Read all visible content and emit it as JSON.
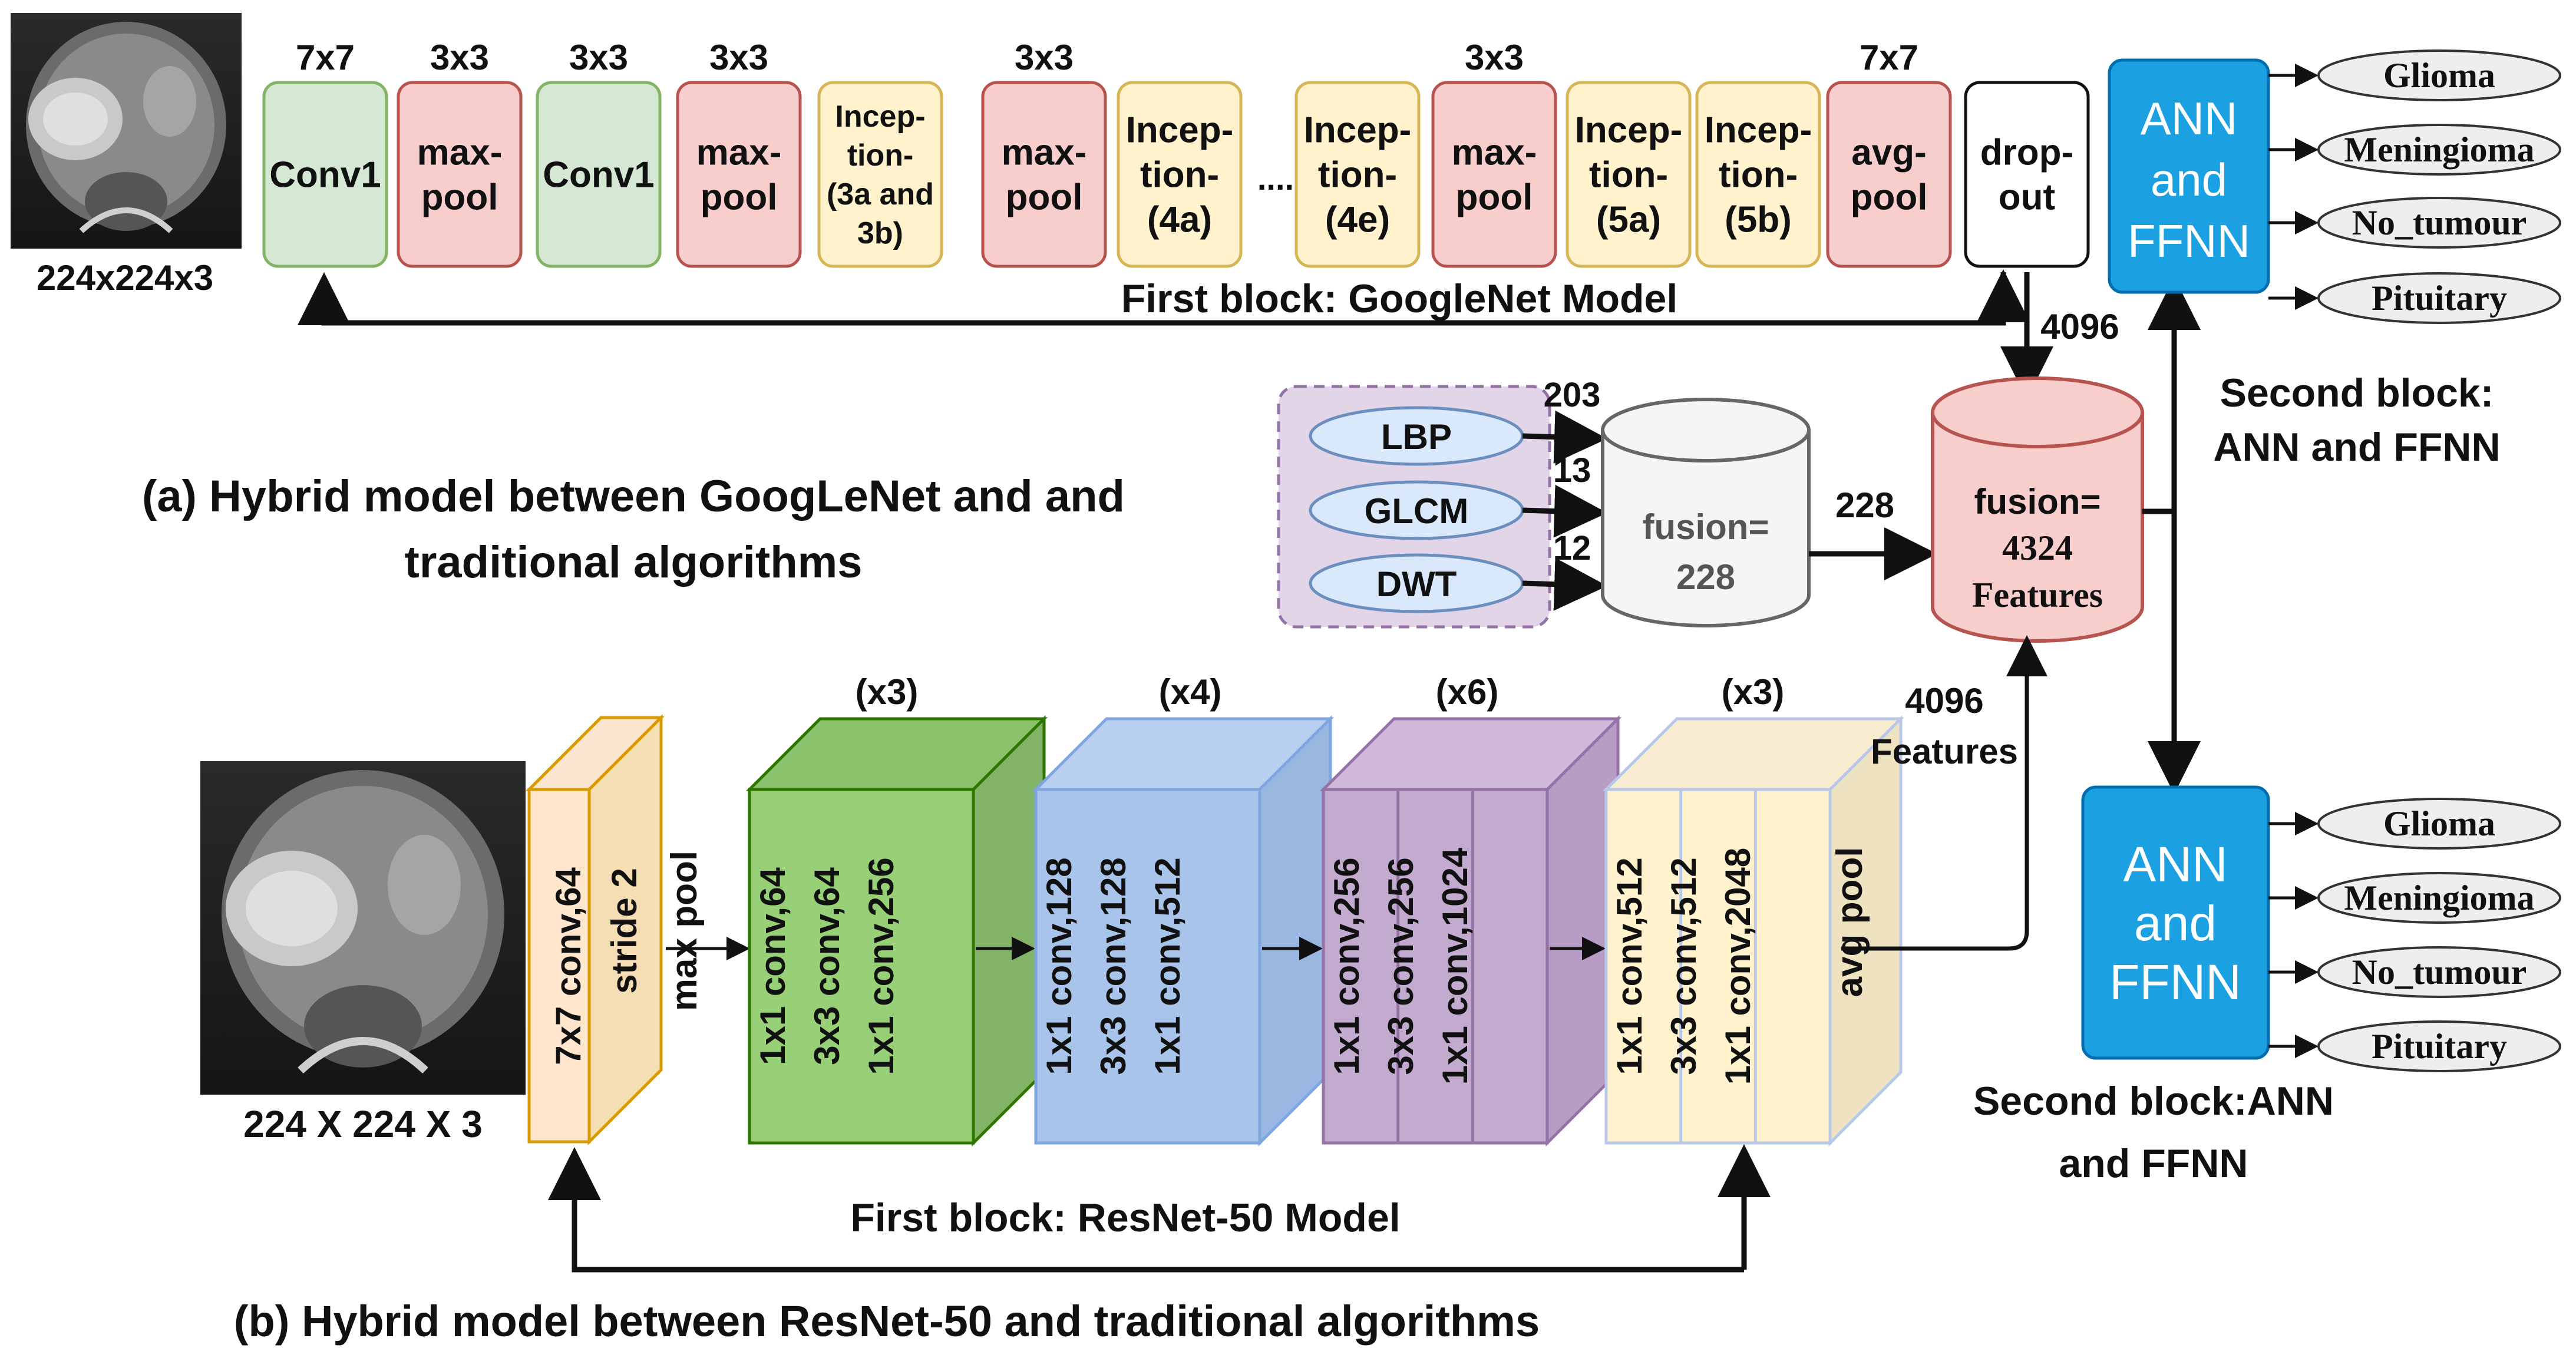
{
  "top": {
    "layers": [
      {
        "size": "7x7",
        "lines": [
          "Conv1"
        ],
        "kind": "conv"
      },
      {
        "size": "3x3",
        "lines": [
          "max-",
          "pool"
        ],
        "kind": "pool"
      },
      {
        "size": "3x3",
        "lines": [
          "Conv1"
        ],
        "kind": "conv"
      },
      {
        "size": "3x3",
        "lines": [
          "max-",
          "pool"
        ],
        "kind": "pool"
      },
      {
        "size": "",
        "lines": [
          "Incep-",
          "tion-",
          "(3a and",
          "3b)"
        ],
        "kind": "inception"
      },
      {
        "size": "3x3",
        "lines": [
          "max-",
          "pool"
        ],
        "kind": "pool"
      },
      {
        "size": "",
        "lines": [
          "Incep-",
          "tion-",
          "(4a)"
        ],
        "kind": "inception"
      },
      {
        "size": "",
        "lines": [
          "Incep-",
          "tion-",
          "(4e)"
        ],
        "kind": "inception"
      },
      {
        "size": "3x3",
        "lines": [
          "max-",
          "pool"
        ],
        "kind": "pool"
      },
      {
        "size": "",
        "lines": [
          "Incep-",
          "tion-",
          "(5a)"
        ],
        "kind": "inception"
      },
      {
        "size": "",
        "lines": [
          "Incep-",
          "tion-",
          "(5b)"
        ],
        "kind": "inception"
      },
      {
        "size": "7x7",
        "lines": [
          "avg-",
          "pool"
        ],
        "kind": "pool"
      },
      {
        "size": "",
        "lines": [
          "drop-",
          "out"
        ],
        "kind": "dropout"
      }
    ],
    "ellipsis": "....",
    "input_size": "224x224x3",
    "block_label": "First block: GoogleNet Model",
    "features_label": "4096",
    "caption_line1": "(a) Hybrid model between GoogLeNet and and",
    "caption_line2": "traditional algorithms",
    "ann_lines": [
      "ANN",
      "and",
      "FFNN"
    ],
    "second_block_line1": "Second block:",
    "second_block_line2": "ANN and FFNN"
  },
  "classes": [
    "Glioma",
    "Meningioma",
    "No_tumour",
    "Pituitary"
  ],
  "traditional": {
    "items": [
      {
        "name": "LBP",
        "count": "203"
      },
      {
        "name": "GLCM",
        "count": "13"
      },
      {
        "name": "DWT",
        "count": "12"
      }
    ],
    "fusion_lines": [
      "fusion=",
      "228"
    ],
    "fusion_out": "228"
  },
  "final_fusion": {
    "lines": [
      "fusion=",
      "4324",
      "Features"
    ]
  },
  "bottom": {
    "input_size": "224 X 224 X 3",
    "stem_lines": [
      "7x7 conv,64",
      "stride 2"
    ],
    "maxpool": "max pool",
    "avgpool": "avg pool",
    "stages": [
      {
        "repeat": "(x3)",
        "lines": [
          "1x1 conv,64",
          "3x3 conv,64",
          "1x1 conv,256"
        ]
      },
      {
        "repeat": "(x4)",
        "lines": [
          "1x1 conv,128",
          "3x3 conv,128",
          "1x1 conv,512"
        ]
      },
      {
        "repeat": "(x6)",
        "lines": [
          "1x1 conv,256",
          "3x3 conv,256",
          "1x1 conv,1024"
        ]
      },
      {
        "repeat": "(x3)",
        "lines": [
          "1x1 conv,512",
          "3x3 conv,512",
          "1x1 conv,2048"
        ]
      }
    ],
    "features_line1": "4096",
    "features_line2": "Features",
    "block_label": "First block: ResNet-50 Model",
    "caption": "(b) Hybrid model between ResNet-50 and traditional algorithms",
    "ann_lines": [
      "ANN",
      "and",
      "FFNN"
    ],
    "second_block_line1": "Second block:ANN",
    "second_block_line2": "and FFNN"
  },
  "colors": {
    "conv_fill": "#d5e8d4",
    "conv_stroke": "#82b366",
    "pool_fill": "#f8cecc",
    "pool_stroke": "#b85450",
    "inception_fill": "#fff2cc",
    "inception_stroke": "#d6b656",
    "ann_fill": "#1ba1e2",
    "ann_stroke": "#006eaf",
    "purple_fill": "#e1d5e7",
    "purple_stroke": "#9673a6",
    "oval_fill": "#dae8fc",
    "oval_stroke": "#6c8ebf",
    "class_fill": "#eeeeee"
  }
}
